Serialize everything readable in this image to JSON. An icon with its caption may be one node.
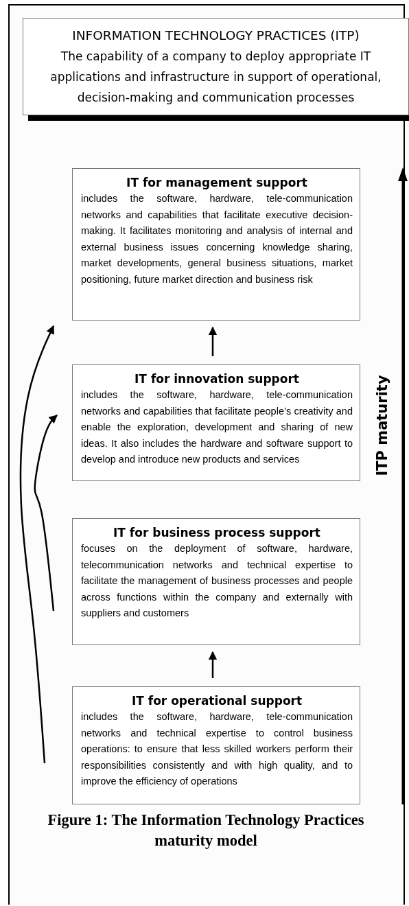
{
  "diagram": {
    "caption": "Figure 1: The Information Technology Practices maturity model",
    "nodes": [
      {
        "text": [
          "INFORMATION TECHNOLOGY PRACTICES (ITP)",
          "The capability of a company to deploy appropriate IT applications and infrastructure in support of operational, decision-making and communication processes"
        ]
      },
      {
        "text": [
          "IT for management support",
          "includes the software, hardware, tele-communication networks and capabilities that facilitate executive decision-making. It facilitates monitoring and analysis of internal and external business issues concerning knowledge sharing, market developments, general business situations, market positioning, future market direction and business risk"
        ]
      },
      {
        "text": [
          "IT for innovation support",
          "includes the software, hardware, tele-communication networks and capabilities that facilitate people’s creativity and enable the exploration, development and sharing of new ideas. It also includes the hardware and software support to develop and introduce new products and services"
        ]
      },
      {
        "text": [
          "IT for business process support",
          "focuses on the deployment of software, hardware, telecommunication networks and technical expertise to facilitate the management of business processes and people across functions within the company and externally with suppliers and customers"
        ]
      },
      {
        "text": [
          "IT for operational support",
          "includes the software, hardware, tele-communication networks and technical expertise to control business operations: to ensure that less skilled workers perform their responsibilities consistently and with high quality, and to improve the efficiency of operations"
        ]
      }
    ],
    "edges": [
      {
        "from": 2,
        "to": 1,
        "arrow": "to"
      },
      {
        "from": 4,
        "to": 3,
        "arrow": "to"
      },
      {
        "from": 4,
        "to": 1,
        "arrow": "to"
      },
      {
        "from": 3,
        "to": 2,
        "arrow": "to"
      }
    ],
    "labels": [
      "ITP maturity"
    ]
  }
}
